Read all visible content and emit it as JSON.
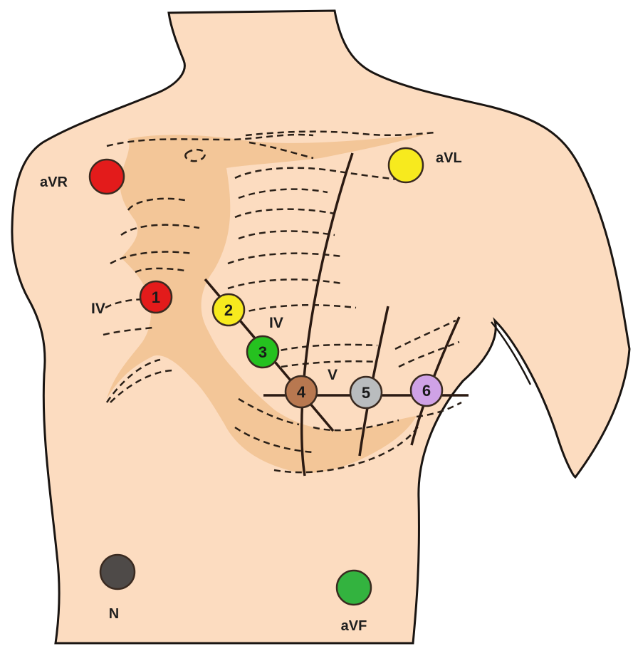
{
  "colors": {
    "skin": "#FCDCC0",
    "sternum": "#F2C394",
    "outline": "#1A1512",
    "rib_lines": "#2A2018",
    "electrode_stroke": "#3A2A20",
    "label_text": "#1E1E1E"
  },
  "limb_electrodes": [
    {
      "id": "aVR",
      "label": "aVR",
      "color": "#E31B1B"
    },
    {
      "id": "aVL",
      "label": "aVL",
      "color": "#F7EA1E"
    },
    {
      "id": "N",
      "label": "N",
      "color": "#4E4A48"
    },
    {
      "id": "aVF",
      "label": "aVF",
      "color": "#33B33F"
    }
  ],
  "chest_electrodes": [
    {
      "id": "V1",
      "label": "1",
      "color": "#E31B1B"
    },
    {
      "id": "V2",
      "label": "2",
      "color": "#F7EA1E"
    },
    {
      "id": "V3",
      "label": "3",
      "color": "#25C11F"
    },
    {
      "id": "V4",
      "label": "4",
      "color": "#B87850"
    },
    {
      "id": "V5",
      "label": "5",
      "color": "#B9BCBE"
    },
    {
      "id": "V6",
      "label": "6",
      "color": "#CFA2E6"
    }
  ],
  "intercostal_labels": [
    {
      "id": "iv-right",
      "text": "IV"
    },
    {
      "id": "iv-left",
      "text": "IV"
    },
    {
      "id": "v-left",
      "text": "V"
    }
  ]
}
